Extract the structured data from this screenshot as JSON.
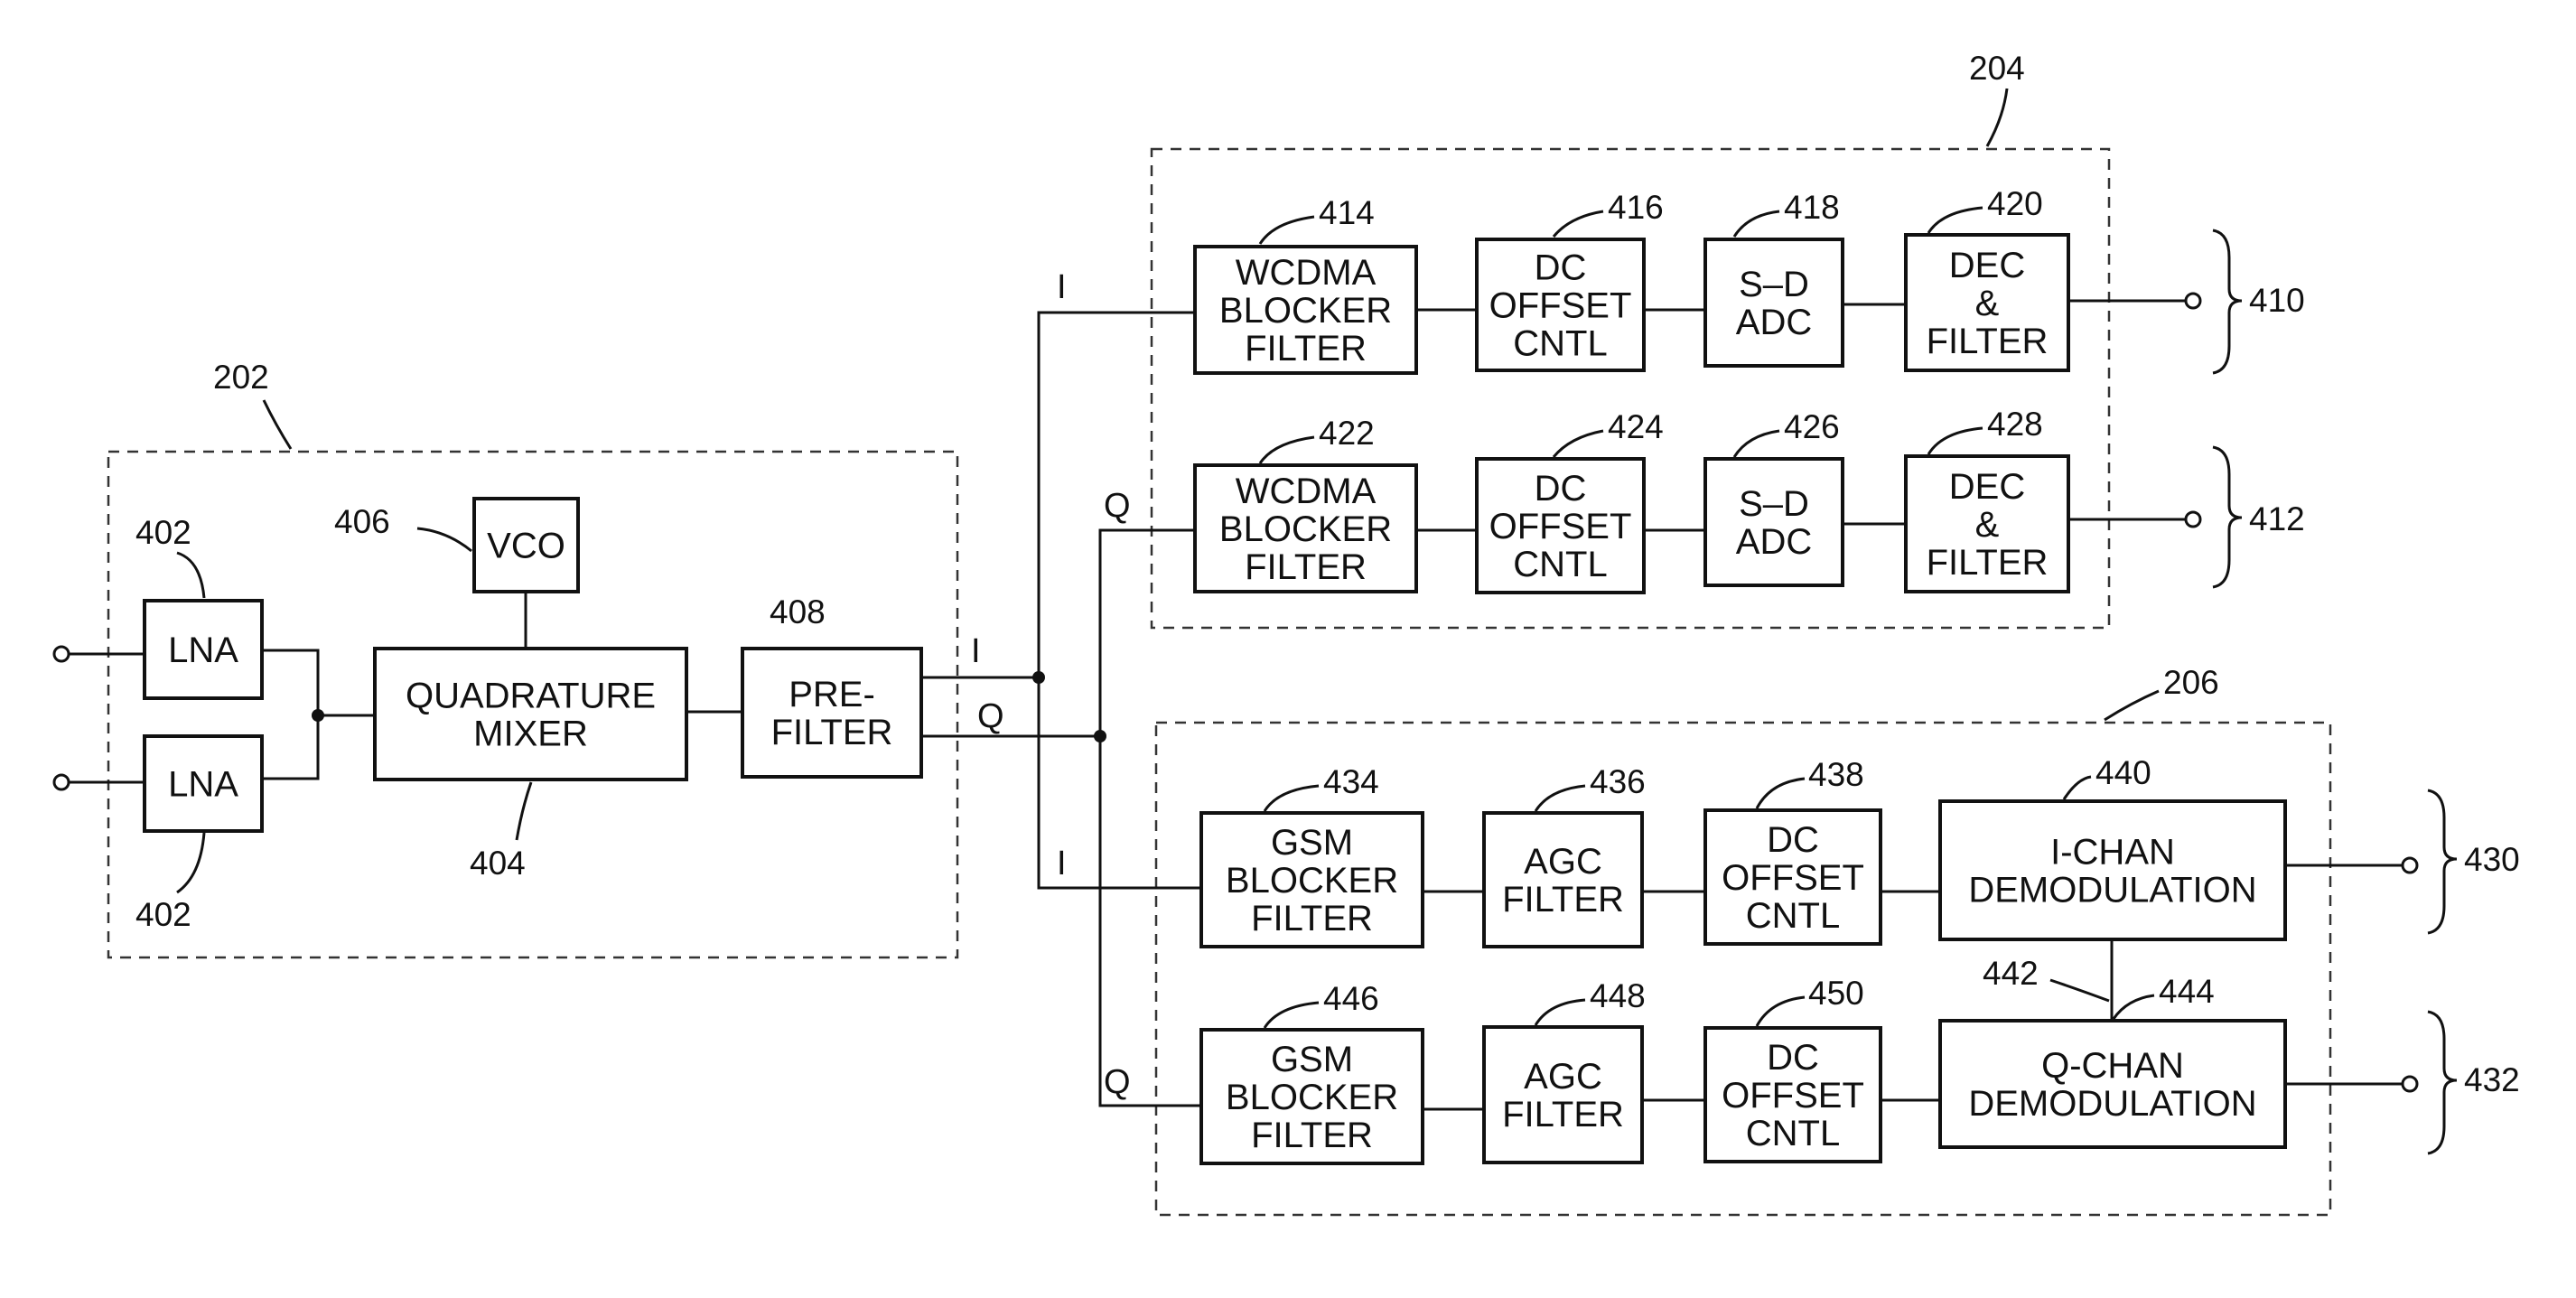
{
  "diagram": {
    "groups": {
      "front_end": "202",
      "wcdma": "204",
      "gsm": "206"
    },
    "blocks": {
      "lna_top": [
        "LNA"
      ],
      "lna_bottom": [
        "LNA"
      ],
      "vco": [
        "VCO"
      ],
      "quad_mixer": [
        "QUADRATURE",
        "MIXER"
      ],
      "pre_filter": [
        "PRE-",
        "FILTER"
      ],
      "wcdma_blocker_i": [
        "WCDMA",
        "BLOCKER",
        "FILTER"
      ],
      "dc_offset_wi": [
        "DC",
        "OFFSET",
        "CNTL"
      ],
      "sd_adc_i": [
        "S–D",
        "ADC"
      ],
      "dec_filter_i": [
        "DEC",
        "&",
        "FILTER"
      ],
      "wcdma_blocker_q": [
        "WCDMA",
        "BLOCKER",
        "FILTER"
      ],
      "dc_offset_wq": [
        "DC",
        "OFFSET",
        "CNTL"
      ],
      "sd_adc_q": [
        "S–D",
        "ADC"
      ],
      "dec_filter_q": [
        "DEC",
        "&",
        "FILTER"
      ],
      "gsm_blocker_i": [
        "GSM",
        "BLOCKER",
        "FILTER"
      ],
      "agc_filter_i": [
        "AGC",
        "FILTER"
      ],
      "dc_offset_gi": [
        "DC",
        "OFFSET",
        "CNTL"
      ],
      "ichan_demod": [
        "I-CHAN",
        "DEMODULATION"
      ],
      "gsm_blocker_q": [
        "GSM",
        "BLOCKER",
        "FILTER"
      ],
      "agc_filter_q": [
        "AGC",
        "FILTER"
      ],
      "dc_offset_gq": [
        "DC",
        "OFFSET",
        "CNTL"
      ],
      "qchan_demod": [
        "Q-CHAN",
        "DEMODULATION"
      ]
    },
    "refs": {
      "lna_top": "402",
      "lna_bottom": "402",
      "vco": "406",
      "quad_mixer": "404",
      "pre_filter": "408",
      "wcdma_blocker_i": "414",
      "dc_offset_wi": "416",
      "sd_adc_i": "418",
      "dec_filter_i": "420",
      "wcdma_blocker_q": "422",
      "dc_offset_wq": "424",
      "sd_adc_q": "426",
      "dec_filter_q": "428",
      "gsm_blocker_i": "434",
      "agc_filter_i": "436",
      "dc_offset_gi": "438",
      "ichan_demod": "440",
      "demod_link": "442",
      "gsm_blocker_q": "446",
      "agc_filter_q": "448",
      "dc_offset_gq": "450",
      "qchan_demod": "444"
    },
    "outputs": {
      "wcdma_i": "410",
      "wcdma_q": "412",
      "gsm_i": "430",
      "gsm_q": "432"
    },
    "signals": {
      "i": "I",
      "q": "Q"
    }
  }
}
